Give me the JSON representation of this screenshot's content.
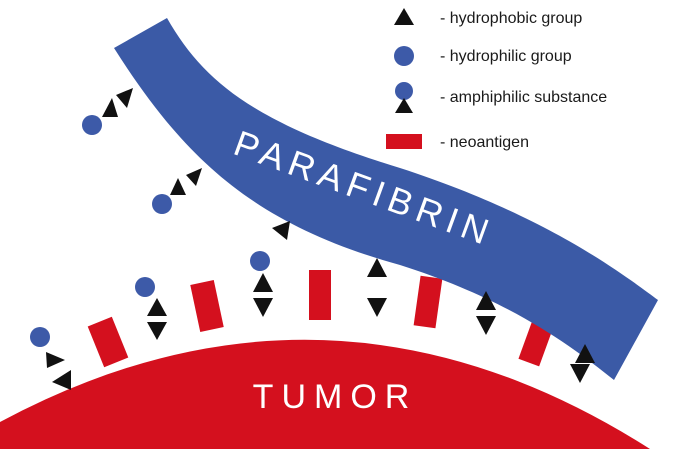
{
  "legend": {
    "items": [
      {
        "symbol": "triangle",
        "label": "- hydrophobic group"
      },
      {
        "symbol": "circle",
        "label": "- hydrophilic group"
      },
      {
        "symbol": "circle-triangle",
        "label": "- amphiphilic substance"
      },
      {
        "symbol": "rectangle",
        "label": "- neoantigen"
      }
    ]
  },
  "labels": {
    "parafibrin": "PARAFIBRIN",
    "tumor": "TUMOR"
  },
  "colors": {
    "parafibrin": "#3b5aa6",
    "tumor": "#d4101e",
    "hydrophilic": "#3d5aa8",
    "hydrophobic": "#111111",
    "background": "#ffffff"
  }
}
